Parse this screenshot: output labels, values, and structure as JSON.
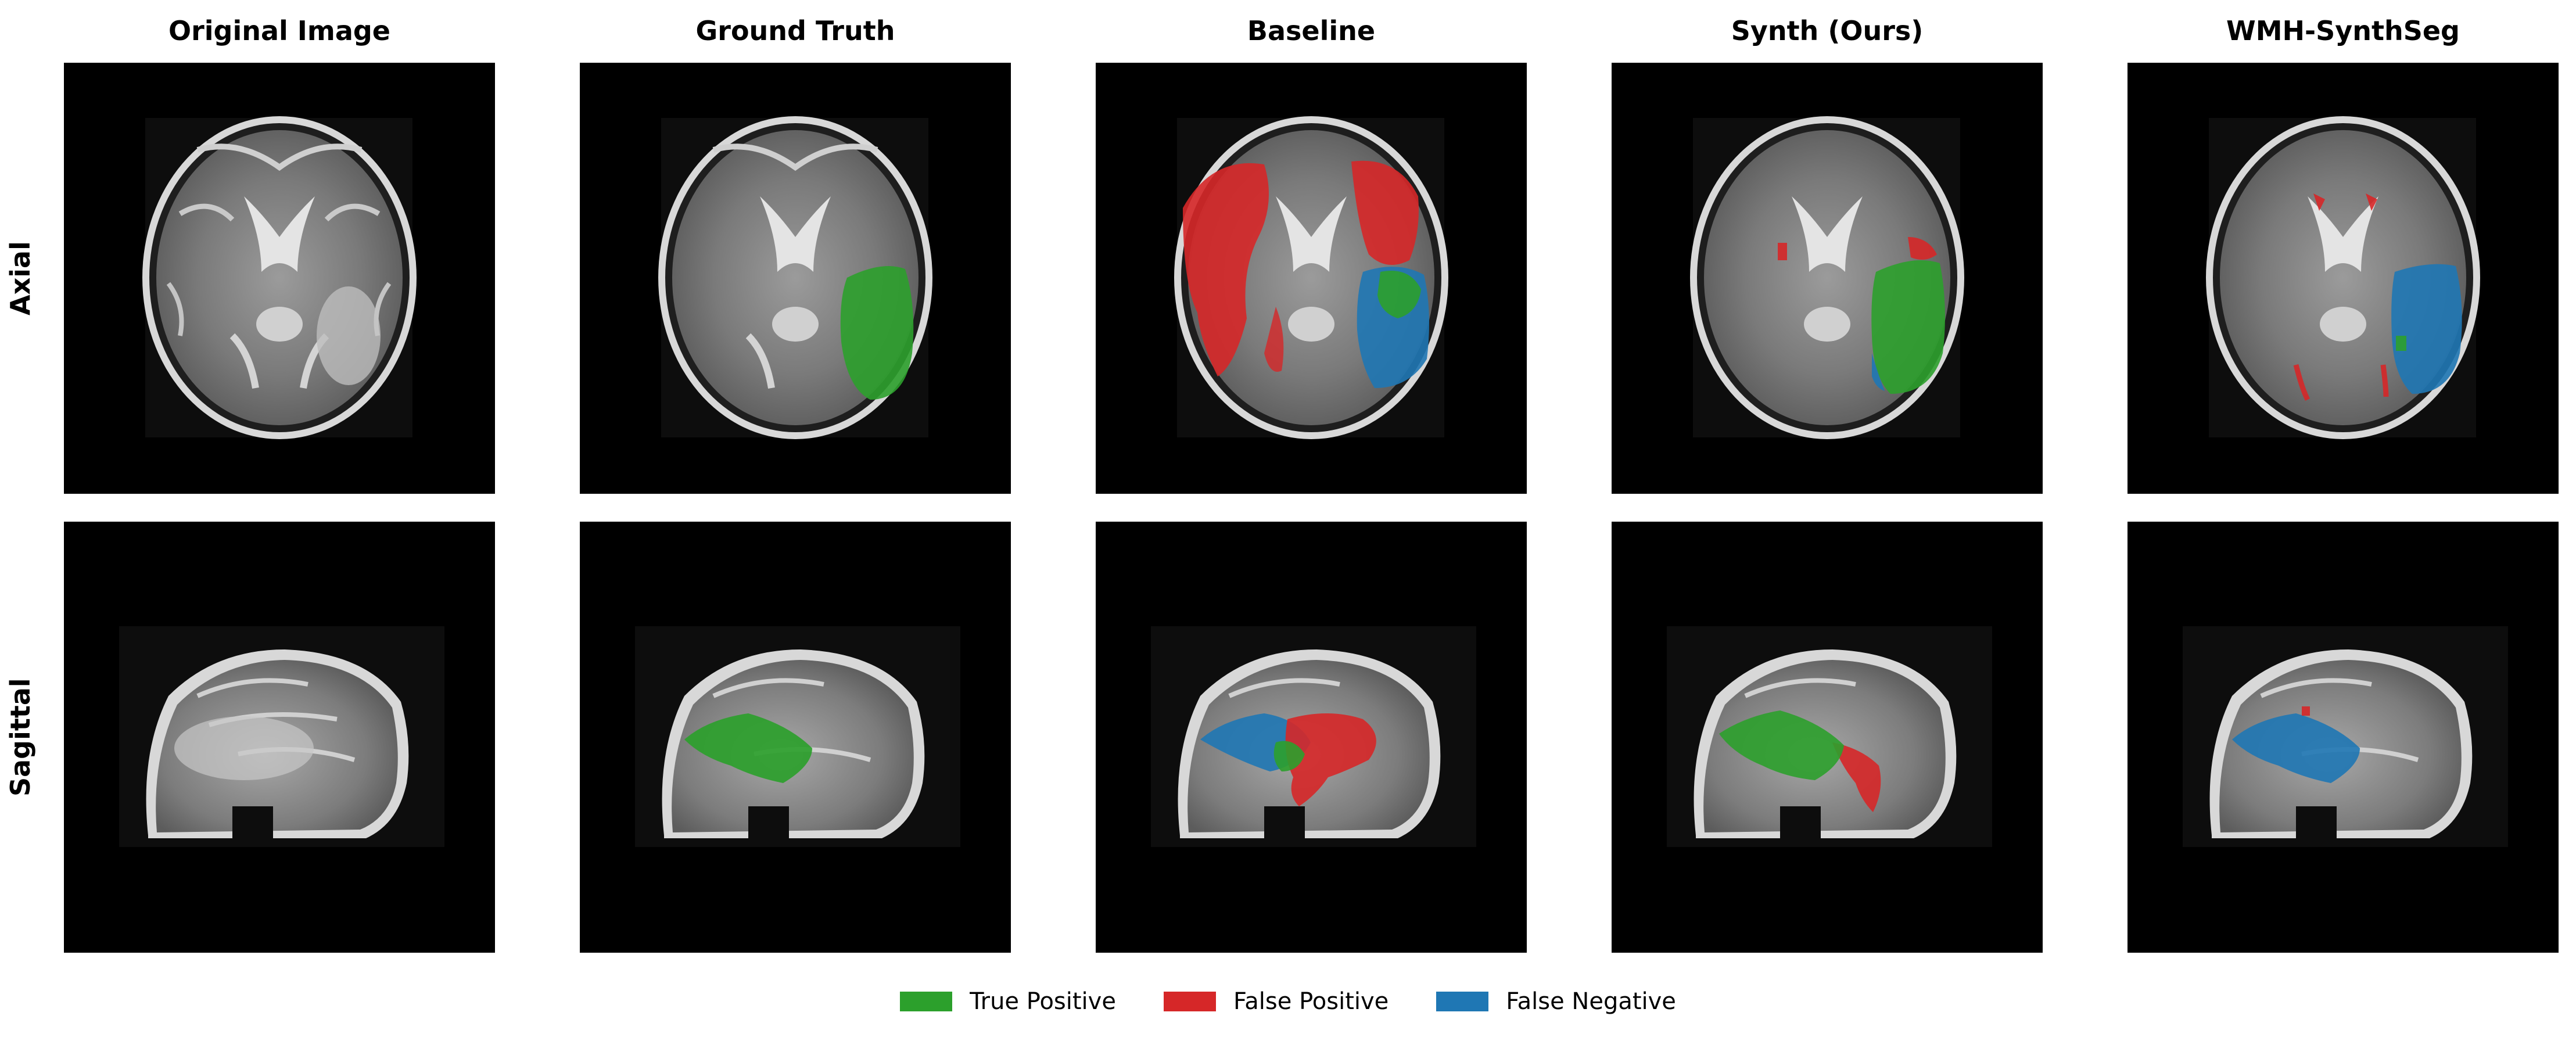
{
  "columns": [
    "Original Image",
    "Ground Truth",
    "Baseline",
    "Synth (Ours)",
    "WMH-SynthSeg"
  ],
  "rows": [
    "Axial",
    "Sagittal"
  ],
  "legend": [
    {
      "label": "True Positive",
      "color": "#2ca02c"
    },
    {
      "label": "False Positive",
      "color": "#d62728"
    },
    {
      "label": "False Negative",
      "color": "#1f77b4"
    }
  ]
}
